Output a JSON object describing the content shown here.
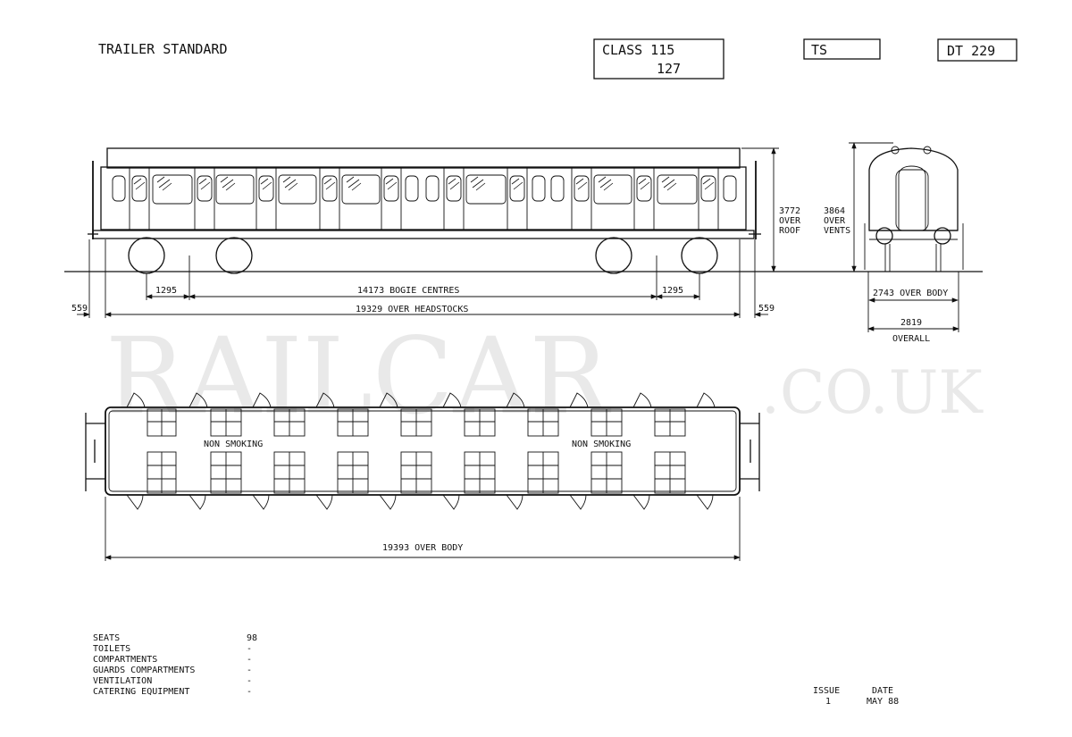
{
  "header": {
    "title": "TRAILER STANDARD",
    "class_line1": "CLASS 115",
    "class_line2": "127",
    "type_code": "TS",
    "diagram_code": "DT 229"
  },
  "watermark": {
    "main": "RAILCAR",
    "suffix": ".CO.UK"
  },
  "side_view": {
    "bogie_wheelbase_left": "1295",
    "bogie_centres": "14173 BOGIE CENTRES",
    "bogie_wheelbase_right": "1295",
    "overhang_left": "559",
    "over_headstocks": "19329 OVER HEADSTOCKS",
    "overhang_right": "559",
    "height_value": "3772",
    "height_line2": "OVER",
    "height_line3": "ROOF"
  },
  "end_view": {
    "vents_value": "3864",
    "vents_line2": "OVER",
    "vents_line3": "VENTS",
    "over_body": "2743 OVER BODY",
    "overall_value": "2819",
    "overall_label": "OVERALL"
  },
  "plan_view": {
    "label_left": "NON SMOKING",
    "label_right": "NON SMOKING",
    "over_body": "19393 OVER BODY"
  },
  "specs": [
    {
      "label": "SEATS",
      "value": "98"
    },
    {
      "label": "TOILETS",
      "value": "-"
    },
    {
      "label": "COMPARTMENTS",
      "value": "-"
    },
    {
      "label": "GUARDS COMPARTMENTS",
      "value": "-"
    },
    {
      "label": "VENTILATION",
      "value": "-"
    },
    {
      "label": "CATERING EQUIPMENT",
      "value": "-"
    }
  ],
  "issue": {
    "issue_label": "ISSUE",
    "issue_value": "1",
    "date_label": "DATE",
    "date_value": "MAY 88"
  }
}
